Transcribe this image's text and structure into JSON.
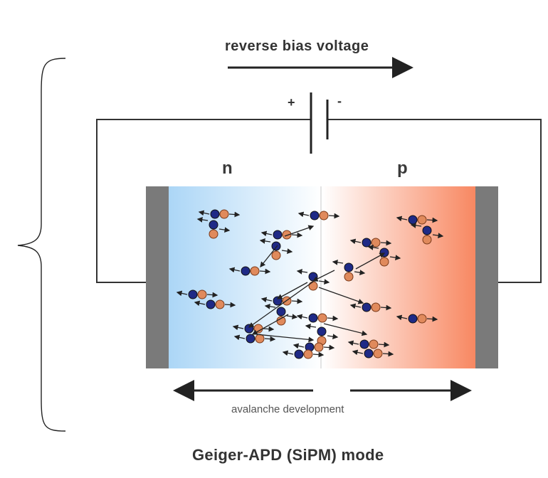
{
  "labels": {
    "voltage": "reverse bias voltage",
    "plus": "+",
    "minus": "-",
    "n_region": "n",
    "p_region": "p",
    "avalanche": "avalanche development",
    "mode": "Geiger-APD (SiPM) mode"
  },
  "colors": {
    "electron": "#1f2a86",
    "hole": "#e08a5c",
    "n_gradient": "#9fd0f5",
    "p_gradient": "#f7764a",
    "electrode": "#7a7a7a",
    "wire": "#333333"
  }
}
